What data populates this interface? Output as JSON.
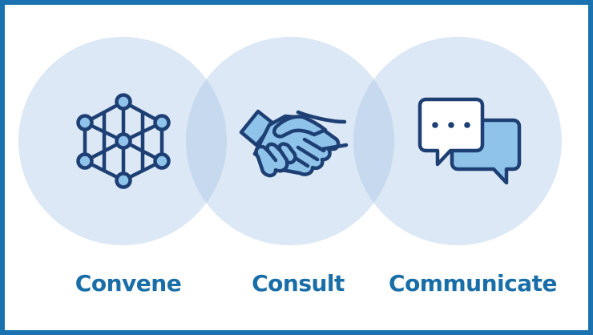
{
  "colors": {
    "frame": "#1a73b0",
    "circle_fill": "#dce8f5",
    "circle_overlap": "#c6d9ee",
    "icon_stroke": "#1d3f73",
    "icon_fill": "#8fc3ea",
    "label_text": "#1a6ea8"
  },
  "items": [
    {
      "label": "Convene",
      "icon": "network-cube-icon"
    },
    {
      "label": "Consult",
      "icon": "handshake-icon"
    },
    {
      "label": "Communicate",
      "icon": "chat-bubbles-icon"
    }
  ]
}
